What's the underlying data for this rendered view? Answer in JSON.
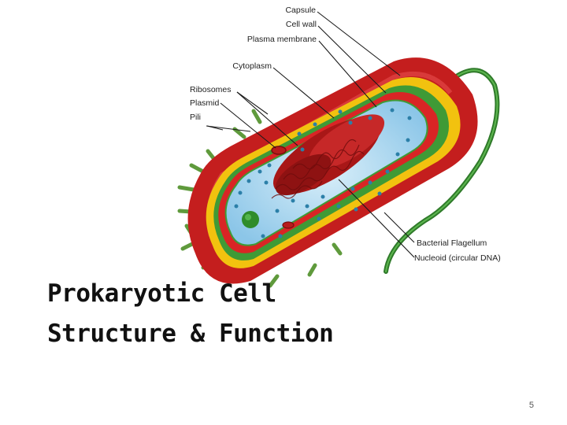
{
  "diagram": {
    "labels": {
      "capsule": "Capsule",
      "cell_wall": "Cell wall",
      "plasma_membrane": "Plasma membrane",
      "cytoplasm": "Cytoplasm",
      "ribosomes": "Ribosomes",
      "plasmid": "Plasmid",
      "pili": "Pili",
      "flagellum": "Bacterial Flagellum",
      "nucleoid": "Nucleoid (circular DNA)"
    },
    "colors": {
      "capsule": "#c41e1e",
      "cell_wall": "#f2c20f",
      "membrane": "#3f9a36",
      "cytoplasm": "#a9d6ef",
      "dna": "#a81717",
      "flagellum": "#2f7a2a",
      "pili": "#6aa845"
    }
  },
  "title": {
    "line1": "Prokaryotic Cell",
    "line2": "Structure & Function"
  },
  "slide_number": "5"
}
